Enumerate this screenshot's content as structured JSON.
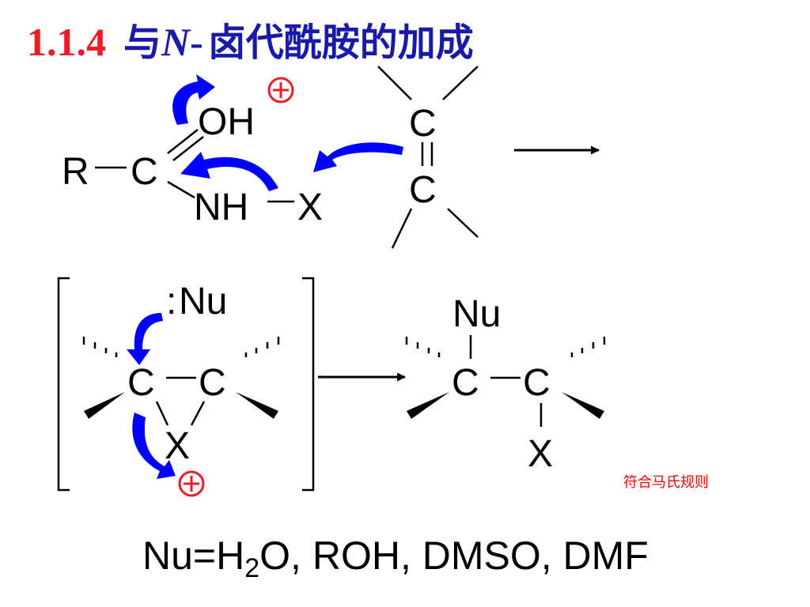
{
  "title": {
    "section_number": "1.1.4",
    "prefix_cn": "与",
    "italic_letter": "N",
    "dash": "-",
    "suffix_cn": "卤代酰胺的加成"
  },
  "atoms": {
    "R": "R",
    "C": "C",
    "OH": "OH",
    "NH": "NH",
    "X": "X",
    "Nu": "Nu",
    "lone_pair": ":"
  },
  "charge_symbol": "plus-in-circle",
  "note": "符合马氏规则",
  "nucleophiles": {
    "prefix": "Nu=H",
    "subscript": "2",
    "rest": "O, ROH, DMSO, DMF"
  },
  "colors": {
    "title_number": "#ee1c24",
    "title_text": "#1a1aa8",
    "curved_arrow": "#0000ff",
    "charge": "#ee1c24",
    "note": "#ff0000",
    "structure": "#000000"
  }
}
